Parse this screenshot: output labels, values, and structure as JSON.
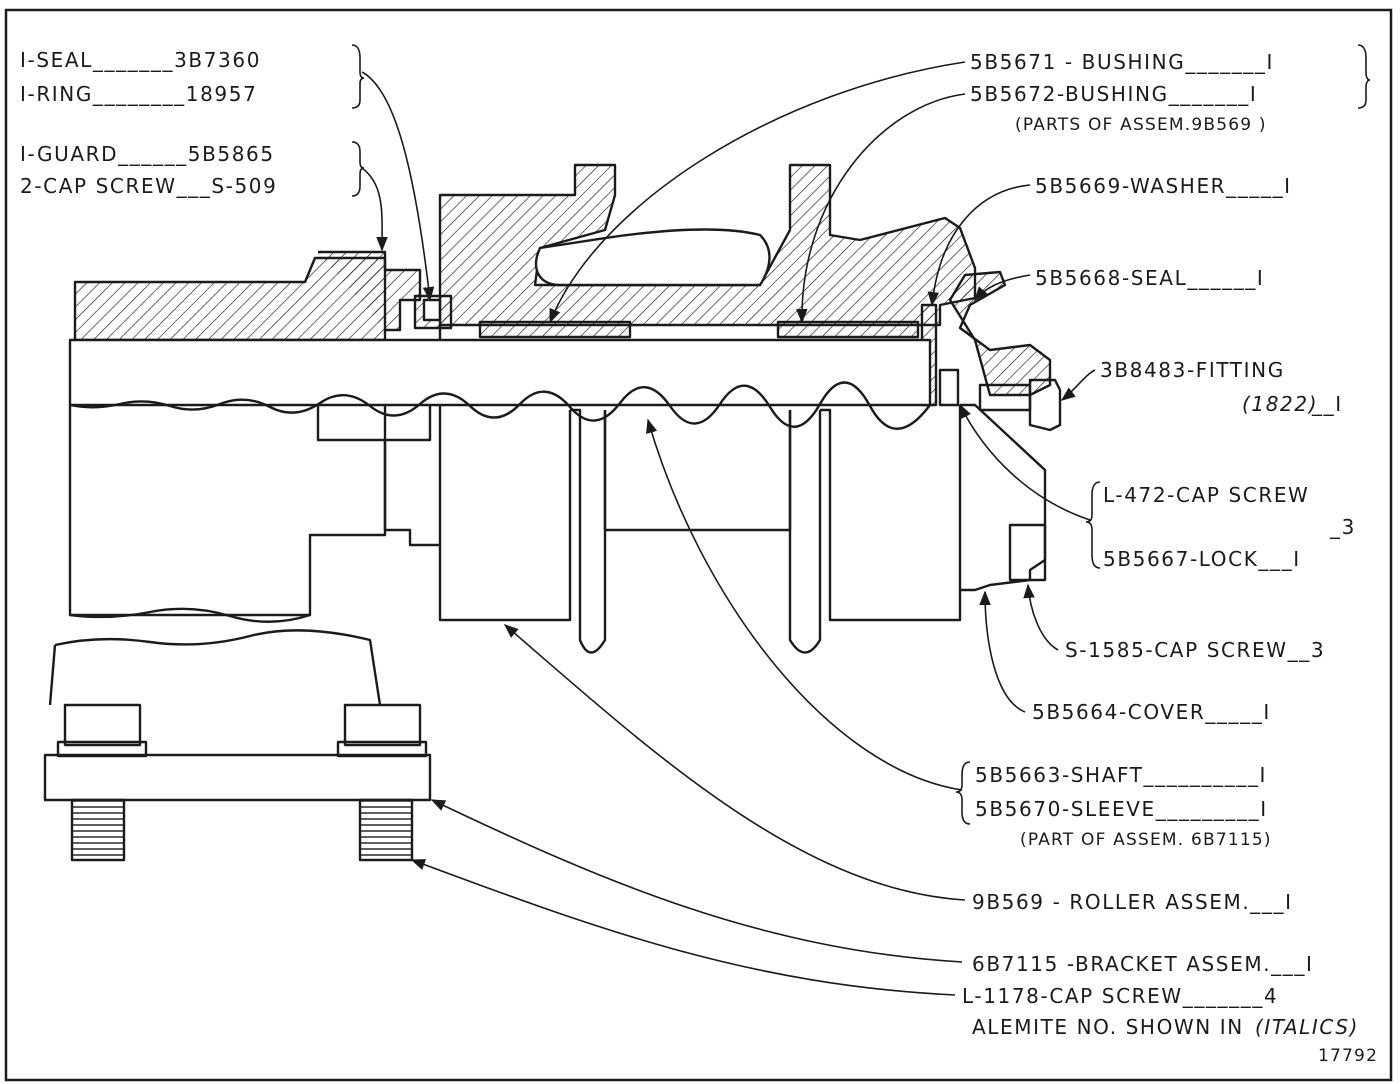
{
  "labels": {
    "seal_left": "I-SEAL_______3B7360",
    "ring": "I-RING________18957",
    "guard": "I-GUARD______5B5865",
    "cap_screw_s509": "2-CAP SCREW___S-509",
    "bushing_5671": "5B5671 - BUSHING_______I",
    "bushing_5672": "5B5672-BUSHING_______I",
    "parts_of_9b569": "(PARTS OF ASSEM.9B569 )",
    "washer": "5B5669-WASHER_____I",
    "seal_5668": "5B5668-SEAL______I",
    "fitting": "3B8483-FITTING",
    "fitting_alemite": "(1822)",
    "fitting_qty": "__I",
    "cap_screw_l472": "L-472-CAP SCREW",
    "cap_screw_l472_qty": "_3",
    "lock": "5B5667-LOCK___I",
    "cap_screw_s1585": "S-1585-CAP SCREW__3",
    "cover": "5B5664-COVER_____I",
    "shaft": "5B5663-SHAFT__________I",
    "sleeve": "5B5670-SLEEVE_________I",
    "part_of_6b7115": "(PART OF ASSEM. 6B7115)",
    "roller_assem": "9B569 - ROLLER ASSEM.___I",
    "bracket_assem": "6B7115 -BRACKET ASSEM.___I",
    "cap_screw_l1178": "L-1178-CAP SCREW_______4",
    "alemite_note": "ALEMITE NO. SHOWN IN",
    "alemite_note_italic": "(ITALICS)",
    "drawing_number": "17792"
  },
  "colors": {
    "ink": "#1b1b1b",
    "paper": "#ffffff"
  }
}
